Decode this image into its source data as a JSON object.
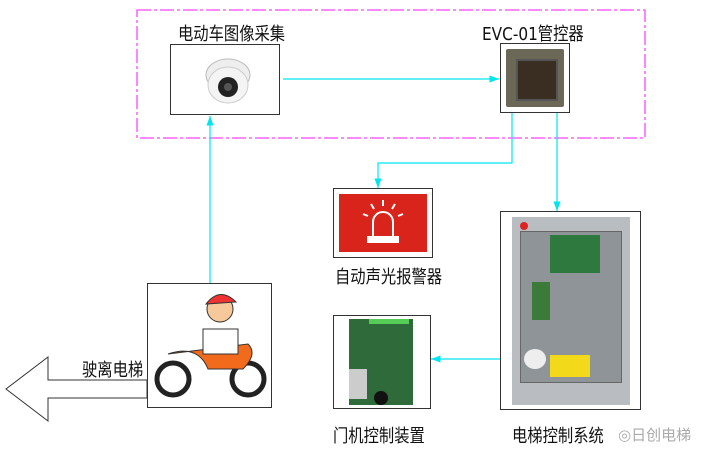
{
  "labels": {
    "camera": "电动车图像采集",
    "controller": "EVC-01管控器",
    "alarm": "自动声光报警器",
    "door": "门机控制装置",
    "elevator": "电梯控制系统",
    "exit": "驶离电梯"
  },
  "watermark": "日创电梯",
  "colors": {
    "connector": "#00e5ee",
    "boundary": "#ff44ff",
    "alarm": "#d9241c"
  }
}
